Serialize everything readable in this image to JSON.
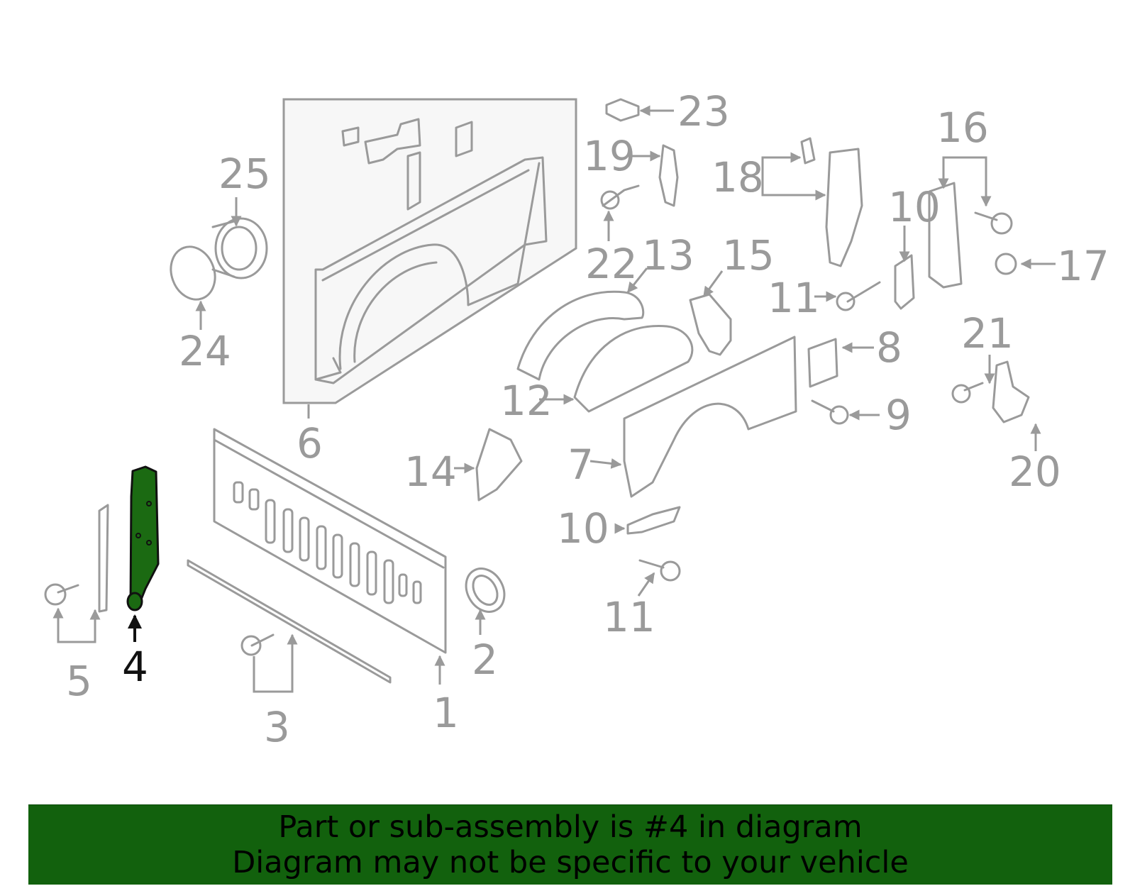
{
  "highlight_color": "#1b6a12",
  "banner": {
    "background": "#12610d",
    "line1": "Part or sub-assembly is #4 in diagram",
    "line2": "Diagram may not be specific to your vehicle"
  },
  "callouts": {
    "c1": "1",
    "c2": "2",
    "c3": "3",
    "c4": "4",
    "c5": "5",
    "c6": "6",
    "c7": "7",
    "c8": "8",
    "c9": "9",
    "c10a": "10",
    "c10b": "10",
    "c11a": "11",
    "c11b": "11",
    "c12": "12",
    "c13": "13",
    "c14": "14",
    "c15": "15",
    "c16": "16",
    "c17": "17",
    "c18": "18",
    "c19": "19",
    "c20": "20",
    "c21": "21",
    "c22": "22",
    "c23": "23",
    "c24": "24",
    "c25": "25"
  }
}
